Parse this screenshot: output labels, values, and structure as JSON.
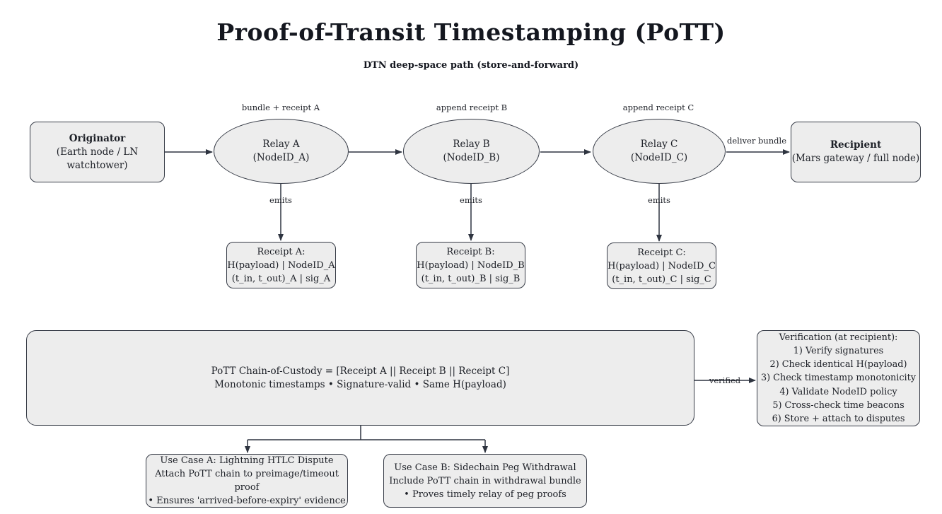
{
  "title": "Proof-of-Transit Timestamping (PoTT)",
  "subtitle": "DTN deep-space path (store-and-forward)",
  "flow": {
    "originator": {
      "name": "Originator",
      "desc": "(Earth node / LN watchtower)"
    },
    "relay_a": {
      "line1": "Relay A",
      "line2": "(NodeID_A)"
    },
    "relay_b": {
      "line1": "Relay B",
      "line2": "(NodeID_B)"
    },
    "relay_c": {
      "line1": "Relay C",
      "line2": "(NodeID_C)"
    },
    "recipient": {
      "name": "Recipient",
      "desc": "(Mars gateway / full node)"
    }
  },
  "edge_labels": {
    "to_relay_a": "bundle + receipt A",
    "to_relay_b": "append receipt B",
    "to_relay_c": "append receipt C",
    "to_recipient": "deliver bundle",
    "emits": "emits",
    "verified": "verified"
  },
  "receipts": {
    "a": {
      "line1": "Receipt A:",
      "line2": "H(payload) | NodeID_A",
      "line3": "(t_in, t_out)_A | sig_A"
    },
    "b": {
      "line1": "Receipt B:",
      "line2": "H(payload) | NodeID_B",
      "line3": "(t_in, t_out)_B | sig_B"
    },
    "c": {
      "line1": "Receipt C:",
      "line2": "H(payload) | NodeID_C",
      "line3": "(t_in, t_out)_C | sig_C"
    }
  },
  "custody": {
    "line1": "PoTT Chain-of-Custody = [Receipt A || Receipt B || Receipt C]",
    "line2": "Monotonic timestamps • Signature-valid • Same H(payload)"
  },
  "verification": {
    "lines": [
      "Verification (at recipient):",
      "1) Verify signatures",
      "2) Check identical H(payload)",
      "3) Check timestamp monotonicity",
      "4) Validate NodeID policy",
      "5) Cross-check time beacons",
      "6) Store + attach to disputes"
    ]
  },
  "use_cases": {
    "a": {
      "line1": "Use Case A: Lightning HTLC Dispute",
      "line2": "Attach PoTT chain to preimage/timeout proof",
      "line3": "• Ensures 'arrived-before-expiry' evidence"
    },
    "b": {
      "line1": "Use Case B: Sidechain Peg Withdrawal",
      "line2": "Include PoTT chain in withdrawal bundle",
      "line3": "• Proves timely relay of peg proofs"
    }
  },
  "colors": {
    "node_fill": "#ededed",
    "node_border": "#363b46",
    "line": "#2e3440",
    "text": "#1c1f26"
  }
}
